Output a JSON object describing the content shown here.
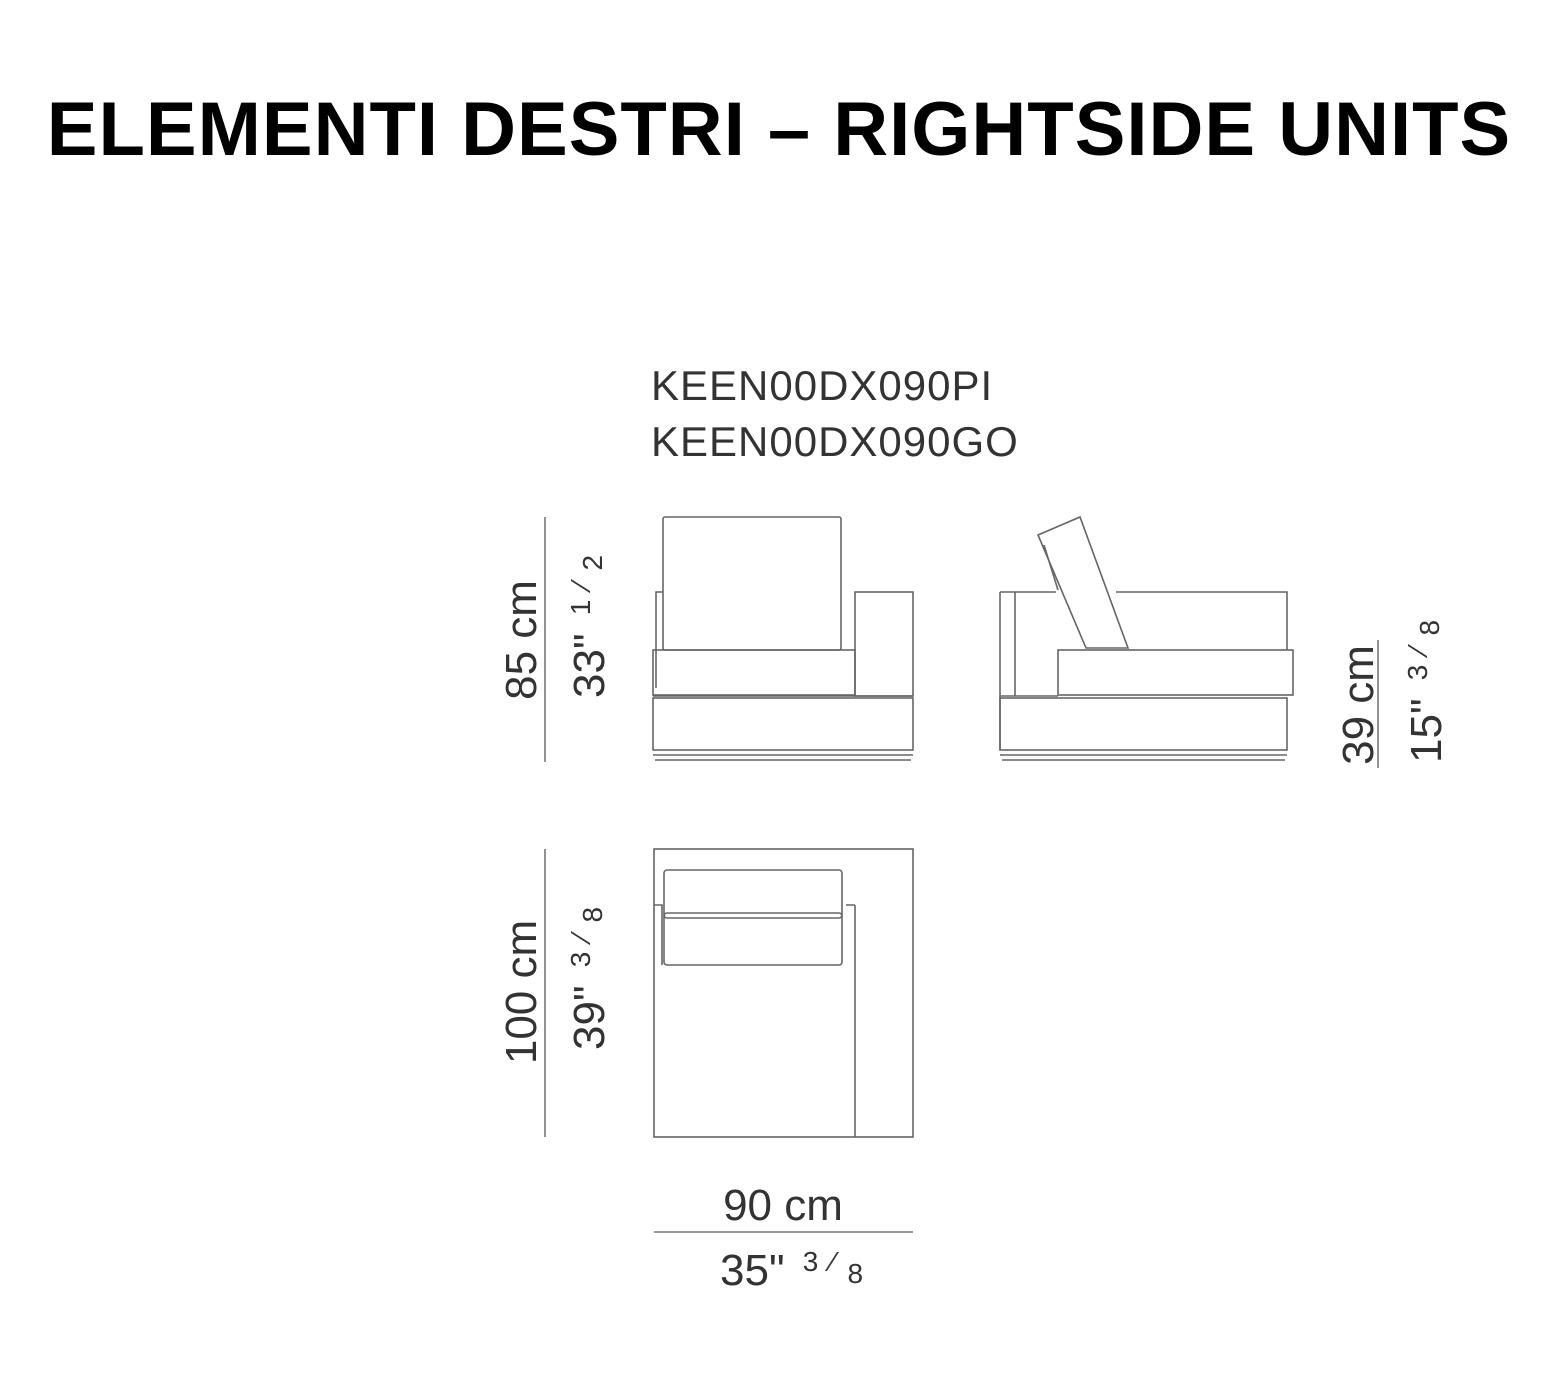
{
  "title": "ELEMENTI DESTRI – RIGHTSIDE UNITS",
  "codes": [
    "KEEN00DX090PI",
    "KEEN00DX090GO"
  ],
  "dimensions": {
    "height": {
      "cm": "85 cm",
      "inch": "33\"",
      "frac_num": "1",
      "frac_den": "2"
    },
    "seat_height": {
      "cm": "39 cm",
      "inch": "15\"",
      "frac_num": "3",
      "frac_den": "8"
    },
    "depth": {
      "cm": "100 cm",
      "inch": "39\"",
      "frac_num": "3",
      "frac_den": "8"
    },
    "width": {
      "cm": "90 cm",
      "inch": "35\"",
      "frac_num": "3",
      "frac_den": "8"
    }
  }
}
